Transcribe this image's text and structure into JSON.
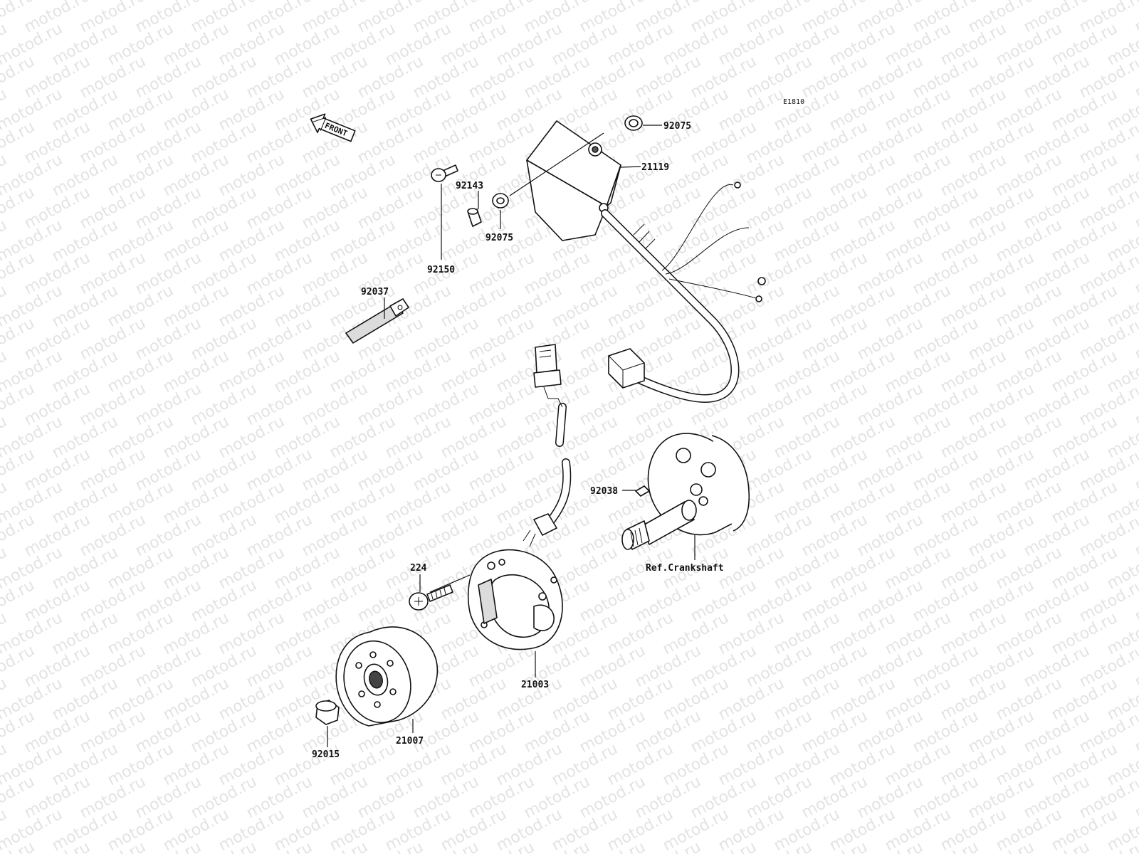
{
  "watermark_text": "motod.ru",
  "diagram_code": "E1810",
  "front_label": "FRONT",
  "parts": {
    "p92075a": "92075",
    "p21119": "21119",
    "p92143": "92143",
    "p92075b": "92075",
    "p92150": "92150",
    "p92037": "92037",
    "p92038": "92038",
    "crank": "Ref.Crankshaft",
    "p224": "224",
    "p21003": "21003",
    "p92015": "92015",
    "p21007": "21007"
  }
}
